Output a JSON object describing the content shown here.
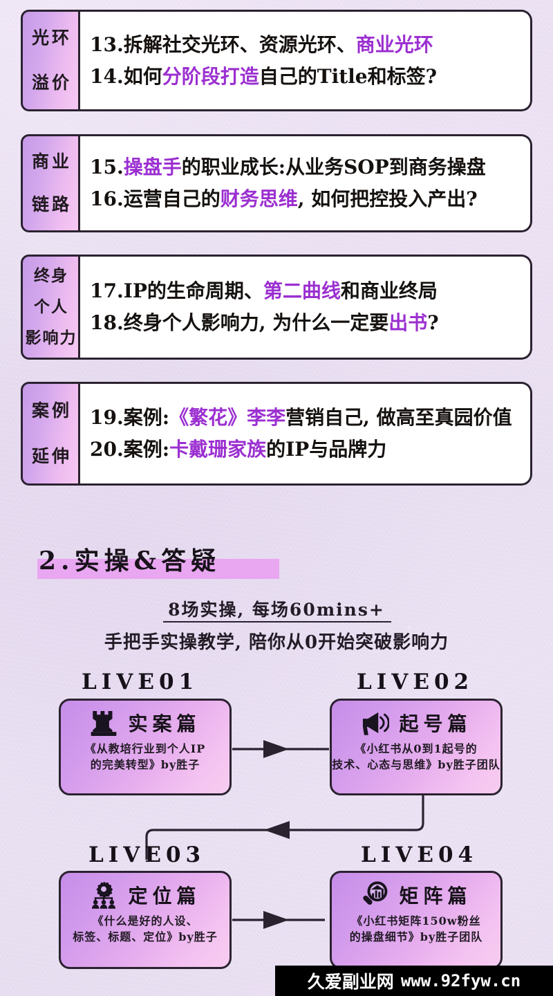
{
  "colors": {
    "background": "#e8ddf0",
    "ink": "#2b2230",
    "highlight_text": "#9b2fd0",
    "label_gradient_from": "#c79ae8",
    "label_gradient_to": "#f6c9f2",
    "heading_highlight_bar": "#e9a6f1",
    "card_body": "#ffffff",
    "watermark_bg": "#000000"
  },
  "cards": [
    {
      "label_lines": [
        "光环",
        "溢价"
      ],
      "rows": [
        {
          "num": "13.",
          "segments": [
            {
              "t": "拆解社交光环、资源光环、",
              "hl": false
            },
            {
              "t": "商业光环",
              "hl": true
            }
          ]
        },
        {
          "num": "14.",
          "segments": [
            {
              "t": "如何",
              "hl": false
            },
            {
              "t": "分阶段打造",
              "hl": true
            },
            {
              "t": "自己的Title和标签?",
              "hl": false
            }
          ]
        }
      ]
    },
    {
      "label_lines": [
        "商业",
        "链路"
      ],
      "rows": [
        {
          "num": "15.",
          "segments": [
            {
              "t": "操盘手",
              "hl": true
            },
            {
              "t": "的职业成长:从业务SOP到商务操盘",
              "hl": false
            }
          ]
        },
        {
          "num": "16.",
          "segments": [
            {
              "t": "运营自己的",
              "hl": false
            },
            {
              "t": "财务思维",
              "hl": true
            },
            {
              "t": ", 如何把控投入产出?",
              "hl": false
            }
          ]
        }
      ]
    },
    {
      "label_lines": [
        "终身",
        "个人",
        "影响力"
      ],
      "rows": [
        {
          "num": "17.",
          "segments": [
            {
              "t": "IP的生命周期、",
              "hl": false
            },
            {
              "t": "第二曲线",
              "hl": true
            },
            {
              "t": "和商业终局",
              "hl": false
            }
          ]
        },
        {
          "num": "18.",
          "segments": [
            {
              "t": "终身个人影响力, 为什么一定要",
              "hl": false
            },
            {
              "t": "出书",
              "hl": true
            },
            {
              "t": "?",
              "hl": false
            }
          ]
        }
      ]
    },
    {
      "label_lines": [
        "案例",
        "延伸"
      ],
      "rows": [
        {
          "num": "19.",
          "segments": [
            {
              "t": "案例:",
              "hl": false
            },
            {
              "t": "《繁花》李李",
              "hl": true
            },
            {
              "t": "营销自己, 做高至真园价值",
              "hl": false
            }
          ]
        },
        {
          "num": "20.",
          "segments": [
            {
              "t": "案例:",
              "hl": false
            },
            {
              "t": "卡戴珊家族",
              "hl": true
            },
            {
              "t": "的IP与品牌力",
              "hl": false
            }
          ]
        }
      ]
    }
  ],
  "section2": {
    "heading": "2.实操&答疑",
    "subtitle_1": "8场实操, 每场60mins+",
    "subtitle_2": "手把手实操教学, 陪你从0开始突破影响力"
  },
  "lives": [
    {
      "label": "LIVE01",
      "icon": "chess-rook-icon",
      "title": "实案篇",
      "desc_line1": "《从教培行业到个人IP",
      "desc_line2": "的完美转型》by胜子"
    },
    {
      "label": "LIVE02",
      "icon": "megaphone-icon",
      "title": "起号篇",
      "desc_line1": "《小红书从0到1起号的",
      "desc_line2": "技术、心态与思维》by胜子团队"
    },
    {
      "label": "LIVE03",
      "icon": "org-chart-gear-icon",
      "title": "定位篇",
      "desc_line1": "《什么是好的人设、",
      "desc_line2": "标签、标题、定位》by胜子"
    },
    {
      "label": "LIVE04",
      "icon": "magnifier-chart-icon",
      "title": "矩阵篇",
      "desc_line1": "《小红书矩阵150w粉丝",
      "desc_line2": "的操盘细节》by胜子团队"
    }
  ],
  "watermark": {
    "site_name": "久爱副业网",
    "url": "www.92fyw.cn"
  }
}
